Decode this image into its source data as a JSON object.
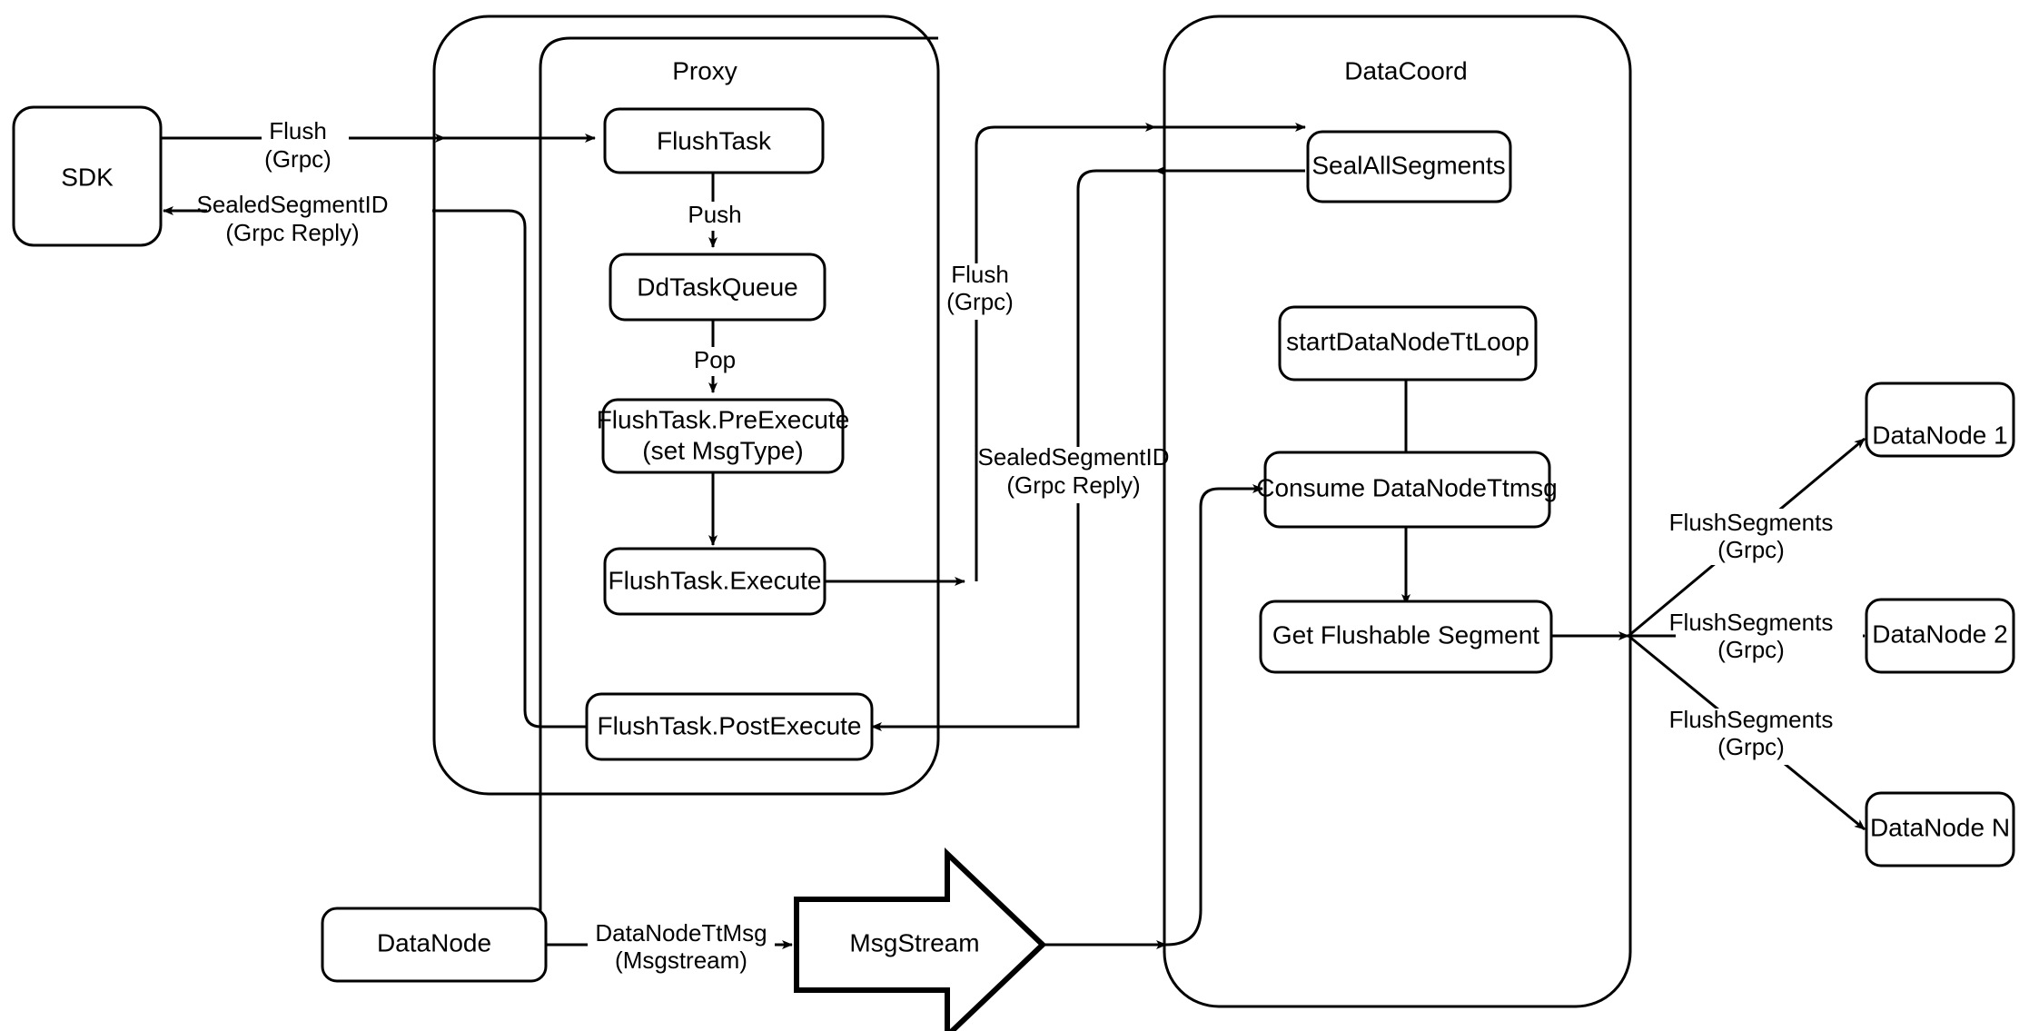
{
  "diagram": {
    "title": "Milvus Flush Sequence Architecture Diagram",
    "background_color": "#ffffff",
    "stroke_color": "#000000",
    "containers": [
      {
        "id": "proxy",
        "label": "Proxy"
      },
      {
        "id": "datacoord",
        "label": "DataCoord"
      }
    ],
    "nodes": {
      "sdk": "SDK",
      "flush_task": "FlushTask",
      "dd_task_queue": "DdTaskQueue",
      "flush_task_pre_execute_line1": "FlushTask.PreExecute",
      "flush_task_pre_execute_line2": "(set MsgType)",
      "flush_task_execute": "FlushTask.Execute",
      "flush_task_post_execute": "FlushTask.PostExecute",
      "seal_all_segments": "SealAllSegments",
      "start_datanode_tt_loop": "startDataNodeTtLoop",
      "consume_datanode_ttmsg": "Consume DataNodeTtmsg",
      "get_flushable_segment": "Get Flushable Segment",
      "datanode_1": "DataNode 1",
      "datanode_2": "DataNode 2",
      "datanode_n": "DataNode N",
      "datanode_bottom": "DataNode",
      "msgstream": "MsgStream"
    },
    "edge_labels": {
      "sdk_to_proxy_line1": "Flush",
      "sdk_to_proxy_line2": "(Grpc)",
      "proxy_to_sdk_line1": "SealedSegmentID",
      "proxy_to_sdk_line2": "(Grpc Reply)",
      "flushtask_push": "Push",
      "ddtaskqueue_pop": "Pop",
      "proxy_to_datacoord_line1": "Flush",
      "proxy_to_datacoord_line2": "(Grpc)",
      "datacoord_to_proxy_line1": "SealedSegmentID",
      "datacoord_to_proxy_line2": "(Grpc Reply)",
      "flush_segments_1_line1": "FlushSegments",
      "flush_segments_1_line2": "(Grpc)",
      "flush_segments_2_line1": "FlushSegments",
      "flush_segments_2_line2": "(Grpc)",
      "flush_segments_n_line1": "FlushSegments",
      "flush_segments_n_line2": "(Grpc)",
      "datanode_ttmsg_line1": "DataNodeTtMsg",
      "datanode_ttmsg_line2": "(Msgstream)"
    }
  }
}
